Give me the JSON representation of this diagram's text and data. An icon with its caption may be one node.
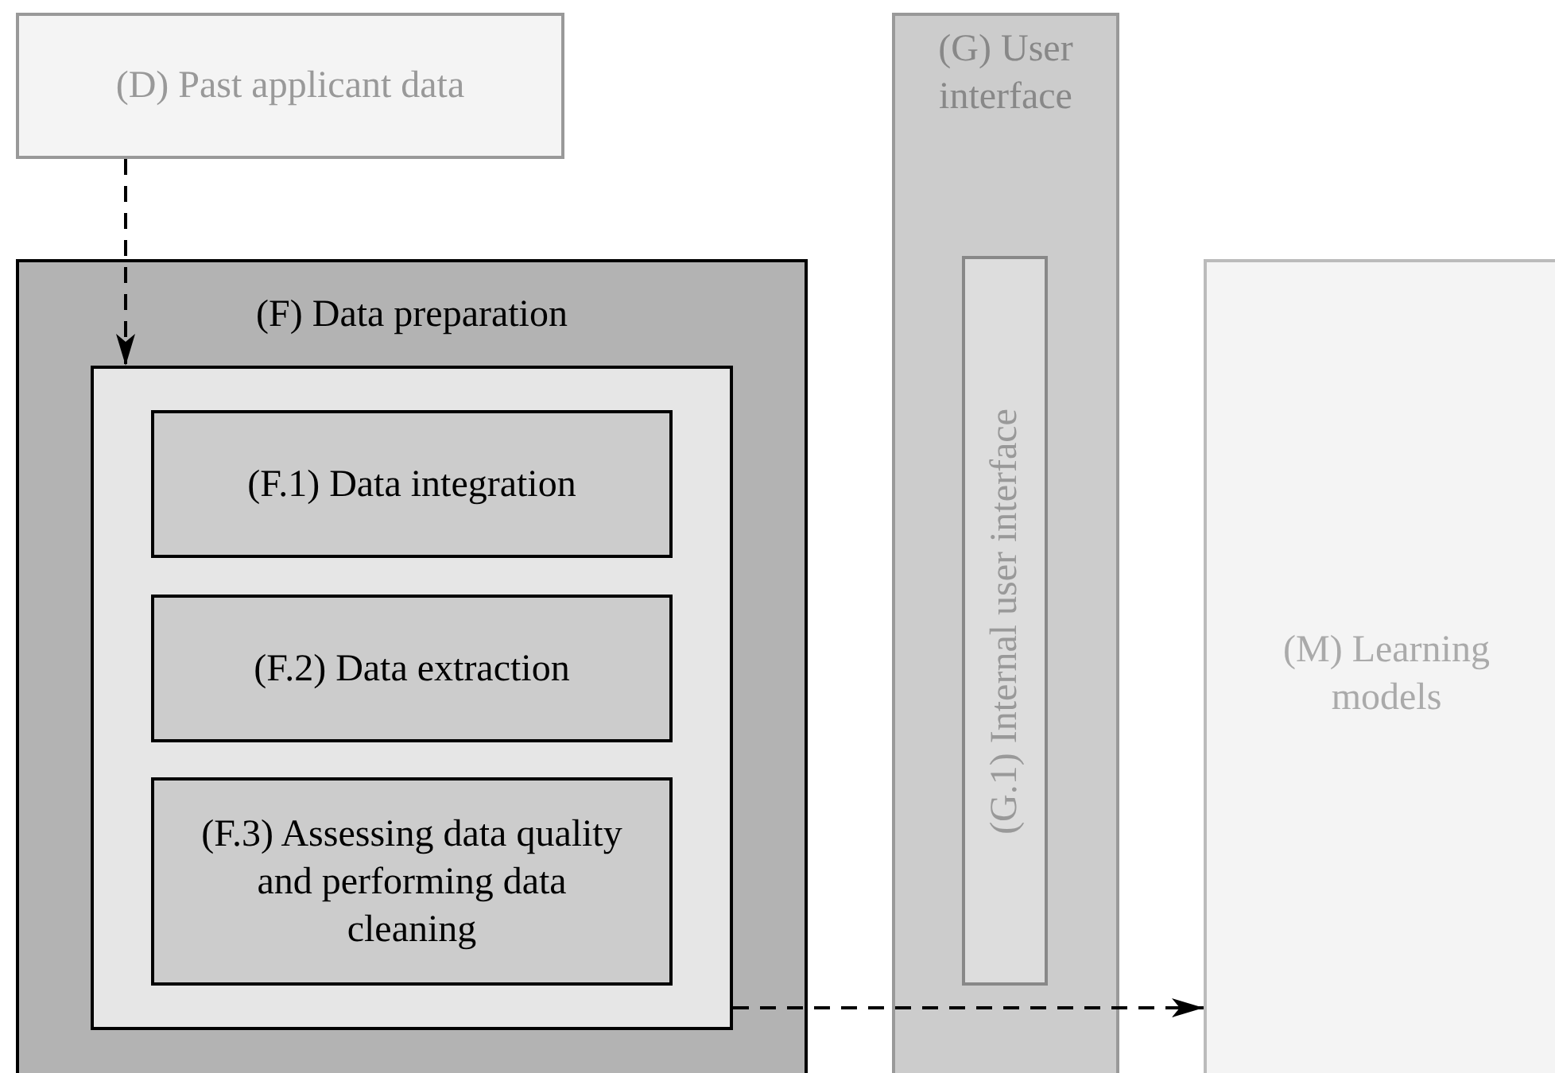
{
  "diagram": {
    "nodes": [
      {
        "text": [
          "(D) Past applicant data"
        ]
      },
      {
        "text": [
          "(F) Data preparation"
        ]
      },
      {
        "text": [],
        "shape": "box",
        "in": 1
      },
      {
        "text": [
          "(F.1) Data integration"
        ],
        "in": 2
      },
      {
        "text": [
          "(F.2) Data extraction"
        ],
        "in": 2
      },
      {
        "text": [
          "(F.3) Assessing data quality and performing data cleaning"
        ],
        "in": 2
      },
      {
        "text": [
          "(G) User interface"
        ]
      },
      {
        "text": [
          "(G.1) Internal user interface"
        ],
        "in": 6
      },
      {
        "text": [
          "(M) Learning models"
        ]
      }
    ],
    "edges": [
      {
        "from": 0,
        "to": 2,
        "arrow": "to",
        "style": "dashed"
      },
      {
        "from": 2,
        "to": 8,
        "arrow": "to",
        "style": "dashed"
      }
    ]
  }
}
